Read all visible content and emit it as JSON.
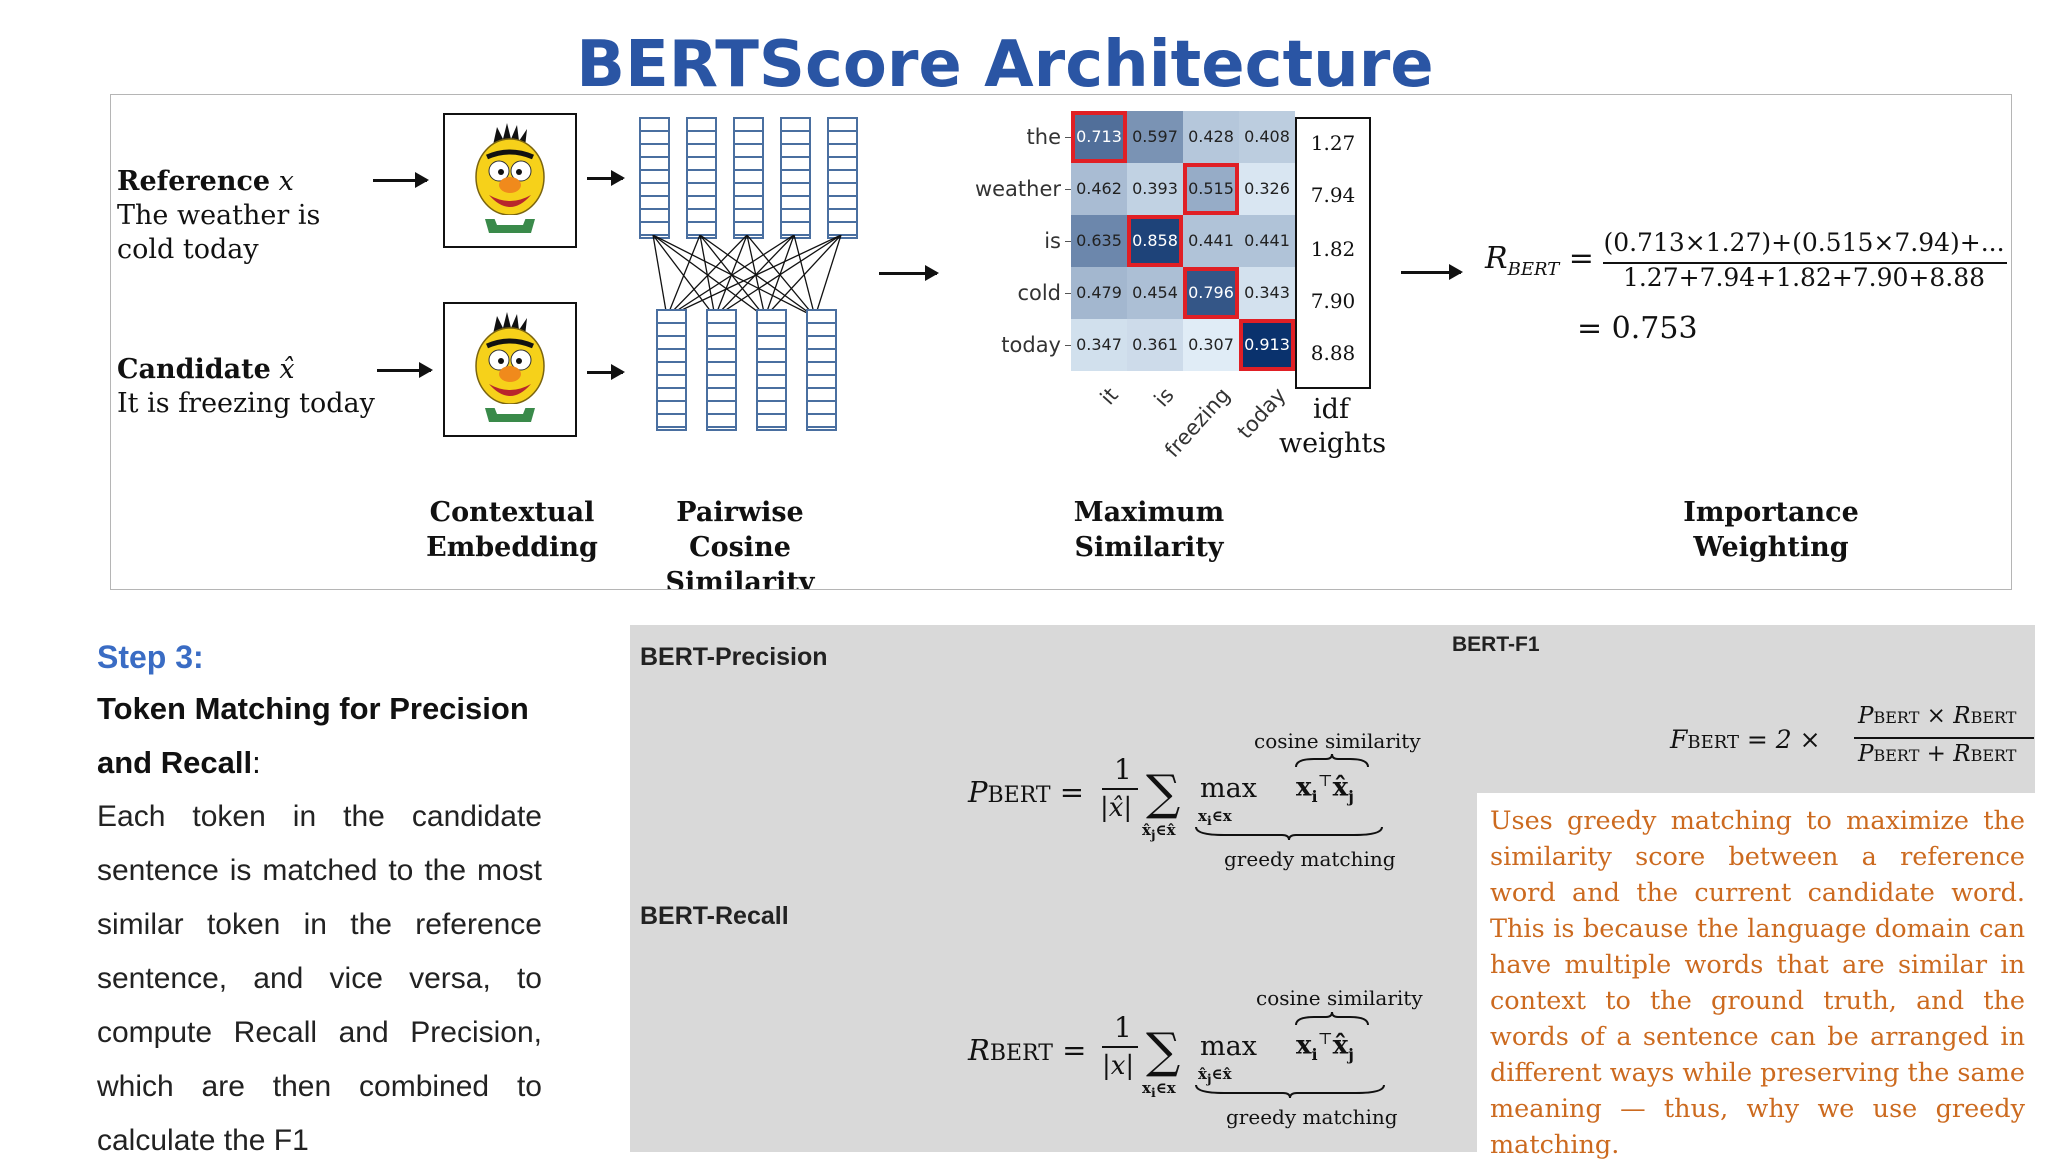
{
  "title": "BERTScore Architecture",
  "diagram": {
    "reference_heading": "Reference",
    "reference_var": "x",
    "reference_text_1": "The weather is",
    "reference_text_2": "cold today",
    "candidate_heading": "Candidate",
    "candidate_var": "x̂",
    "candidate_text": "It is freezing today",
    "stages": {
      "contextual_1": "Contextual",
      "contextual_2": "Embedding",
      "pairwise_1": "Pairwise",
      "pairwise_2": "Cosine",
      "pairwise_3": "Similarity",
      "maximum_1": "Maximum",
      "maximum_2": "Similarity",
      "importance": "Importance Weighting"
    },
    "heatmap": {
      "rows": [
        "the",
        "weather",
        "is",
        "cold",
        "today"
      ],
      "cols": [
        "it",
        "is",
        "freezing",
        "today"
      ],
      "values": [
        [
          "0.713",
          "0.597",
          "0.428",
          "0.408"
        ],
        [
          "0.462",
          "0.393",
          "0.515",
          "0.326"
        ],
        [
          "0.635",
          "0.858",
          "0.441",
          "0.441"
        ],
        [
          "0.479",
          "0.454",
          "0.796",
          "0.343"
        ],
        [
          "0.347",
          "0.361",
          "0.307",
          "0.913"
        ]
      ],
      "highlight_col": [
        0,
        2,
        1,
        2,
        3
      ]
    },
    "idf": [
      "1.27",
      "7.94",
      "1.82",
      "7.90",
      "8.88"
    ],
    "idf_label_1": "idf",
    "idf_label_2": "weights",
    "rbert_numerator": "(0.713×1.27)+(0.515×7.94)+...",
    "rbert_denominator": "1.27+7.94+1.82+7.90+8.88",
    "rbert_result": "= 0.753"
  },
  "step": {
    "heading": "Step 3:",
    "subheading": "Token Matching for Precision and Recall",
    "colon": ":",
    "body": "Each token in the candidate sentence is matched to the most similar token in the reference sentence, and vice versa, to compute Recall and Precision, which are then combined to calculate the F1"
  },
  "panel": {
    "precision_label": "BERT-Precision",
    "recall_label": "BERT-Recall",
    "f1_label": "BERT-F1",
    "cosine_similarity": "cosine similarity",
    "greedy_matching": "greedy matching",
    "note": "Uses greedy matching to maximize the similarity score between a reference word and the current candidate word. This is because the language domain can have multiple words that are similar in context to the ground truth, and the words of a sentence can be arranged in different ways while preserving the same meaning — thus, why we use greedy matching."
  },
  "colors": {
    "title": "#2a55a4",
    "step_heading": "#3a6cc4",
    "note_text": "#cc6a1f",
    "highlight": "#e01f25",
    "panel_bg": "#d9d9d9"
  }
}
